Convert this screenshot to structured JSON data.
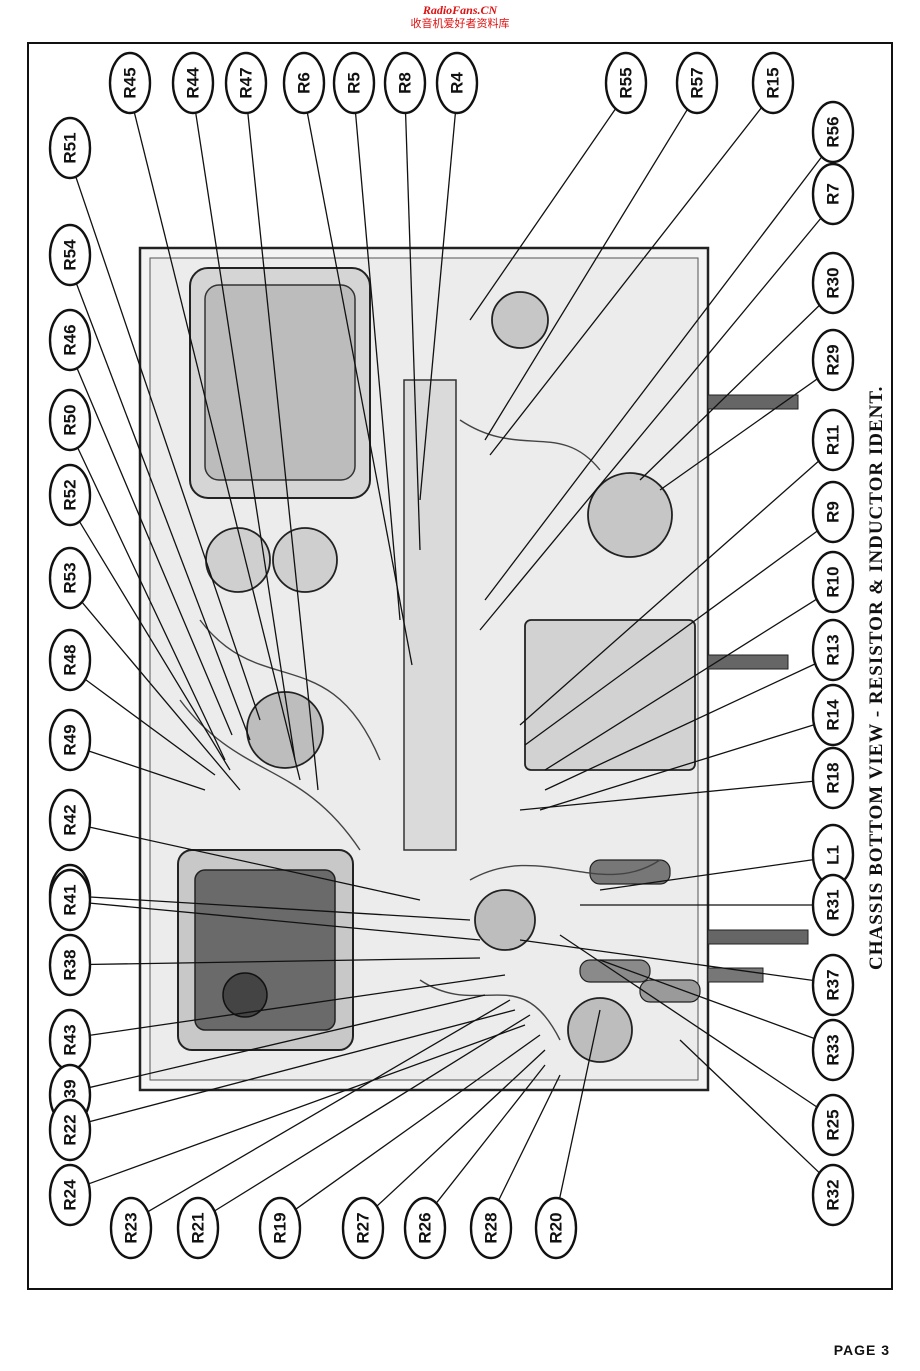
{
  "watermark": {
    "site": "RadioFans.CN",
    "subtitle": "收音机爱好者资料库"
  },
  "caption": "CHASSIS BOTTOM VIEW - RESISTOR & INDUCTOR IDENT.",
  "page_label": "PAGE 3",
  "labels": {
    "top": [
      "R45",
      "R44",
      "R47",
      "R6",
      "R5",
      "R8",
      "R4",
      "R55",
      "R57",
      "R15"
    ],
    "left": [
      "R51",
      "R54",
      "R46",
      "R50",
      "R52",
      "R53",
      "R48",
      "R49",
      "R42",
      "R40",
      "R41",
      "R38",
      "R43",
      "R39",
      "R22",
      "R24"
    ],
    "right": [
      "R56",
      "R7",
      "R30",
      "R29",
      "R11",
      "R9",
      "R10",
      "R13",
      "R14",
      "R18",
      "L1",
      "R31",
      "R37",
      "R33",
      "R25",
      "R32"
    ],
    "bottom": [
      "R23",
      "R21",
      "R19",
      "R27",
      "R26",
      "R28",
      "R20"
    ]
  }
}
